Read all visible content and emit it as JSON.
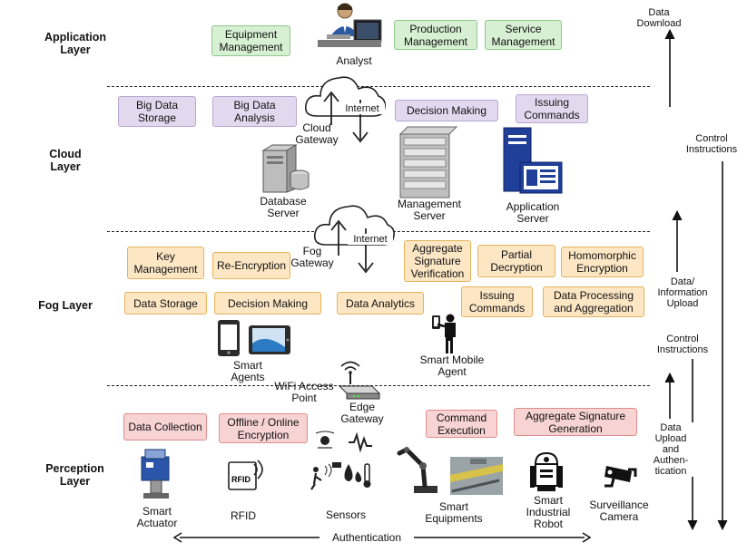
{
  "layers": {
    "application": "Application Layer",
    "cloud": "Cloud Layer",
    "fog": "Fog Layer",
    "perception": "Perception Layer"
  },
  "application": {
    "equipment_management": "Equipment Management",
    "production_management": "Production Management",
    "service_management": "Service Management",
    "analyst": "Analyst"
  },
  "cloud": {
    "big_data_storage": "Big Data Storage",
    "big_data_analysis": "Big Data Analysis",
    "decision_making": "Decision Making",
    "issuing_commands": "Issuing Commands",
    "cloud_gateway": "Cloud Gateway",
    "internet": "Internet",
    "database_server": "Database Server",
    "management_server": "Management Server",
    "application_server": "Application Server"
  },
  "fog": {
    "key_management": "Key Management",
    "re_encryption": "Re-Encryption",
    "aggregate_signature_verification": "Aggregate Signature Verification",
    "partial_decryption": "Partial Decryption",
    "homomorphic_encryption": "Homomorphic Encryption",
    "data_storage": "Data Storage",
    "decision_making": "Decision Making",
    "data_analytics": "Data Analytics",
    "issuing_commands": "Issuing Commands",
    "data_processing_aggregation": "Data Processing and Aggregation",
    "fog_gateway": "Fog Gateway",
    "internet": "Internet",
    "smart_agents": "Smart Agents",
    "smart_mobile_agent": "Smart Mobile Agent"
  },
  "perception": {
    "data_collection": "Data Collection",
    "offline_online_encryption": "Offline / Online Encryption",
    "command_execution": "Command Execution",
    "aggregate_signature_generation": "Aggregate Signature Generation",
    "wifi_access_point": "WiFi Access Point",
    "edge_gateway": "Edge Gateway",
    "smart_actuator": "Smart Actuator",
    "rfid": "RFID",
    "rfid_tag_text": "RFID",
    "sensors": "Sensors",
    "smart_equipments": "Smart Equipments",
    "smart_industrial_robot": "Smart Industrial Robot",
    "surveillance_camera": "Surveillance Camera"
  },
  "flows": {
    "data_download": "Data Download",
    "control_instructions_top": "Control Instructions",
    "data_information_upload": "Data/ Information Upload",
    "control_instructions_bottom": "Control Instructions",
    "data_upload_authentication": "Data Upload and Authen-tication",
    "authentication": "Authentication"
  }
}
